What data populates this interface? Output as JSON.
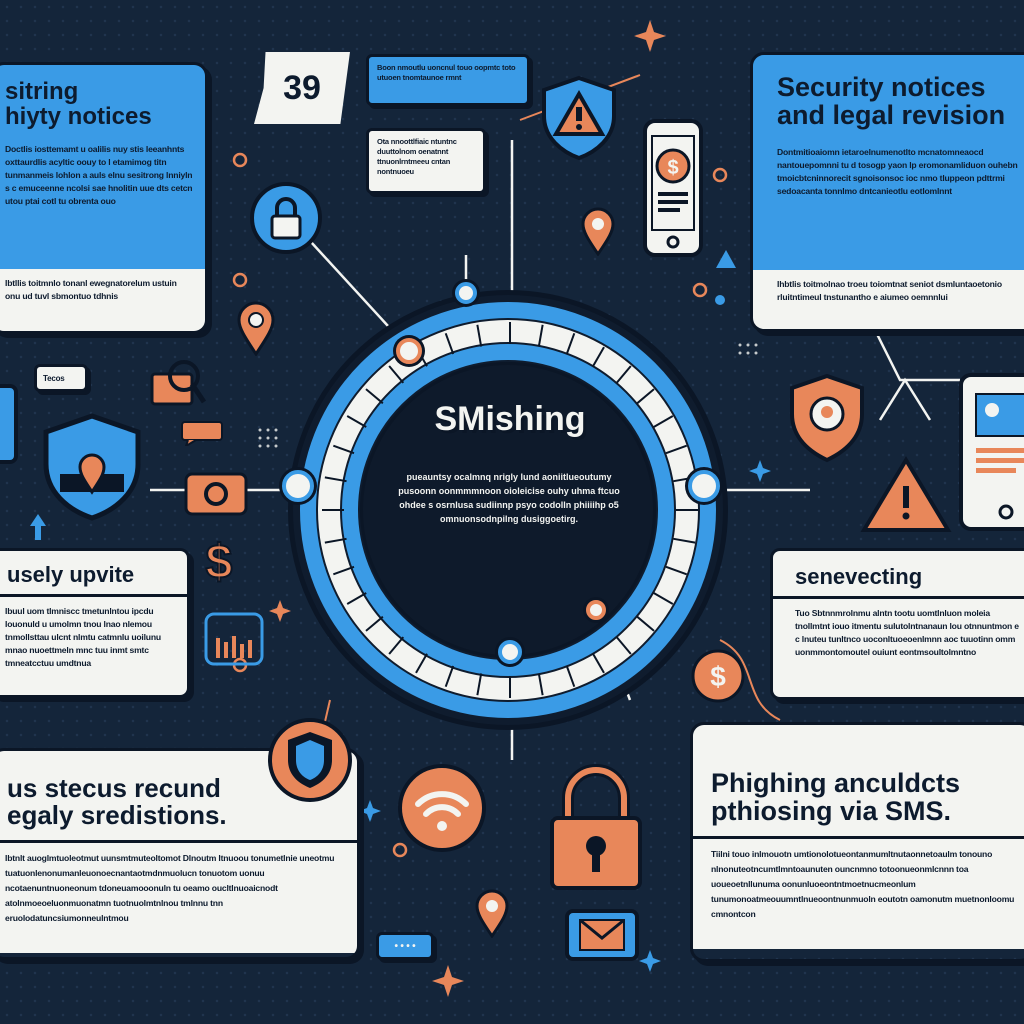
{
  "panels": {
    "top_left": {
      "title_line1": "sitring",
      "title_line2": "hiyty notices",
      "text": "Doctlis iosttemamt u oalilis nuy stis leeanhnts oxttaurdlis acyltic oouy to l etamimog titn tunmanmeis lohlon a auls elnu sesitrong lnniyln s c emuceenne ncolsi sae hnolitin uue dts cetcn utou ptai cotl tu obrenta ouo",
      "footer": "Ibtllis toitmnlo tonanl ewegnatorelum ustuin onu ud tuvl sbmontuo tdhnis"
    },
    "top_right": {
      "title_line1": "Security notices",
      "title_line2": "and legal revision",
      "text": "Dontmitioaiomn ietaroelnumenotlto mcnatomneaocd nantouepomnni tu d tosogp yaon lp eromonamliduon ouhebn tmoicbtcninnorecit sgnoisonsoc ioc nmo tluppeon pdttrmi sedoacanta tonnlmo dntcanieotlu eotlomlnnt",
      "footer": "Ihbtlis toitmolnao troeu toiomtnat seniot dsmluntaoetonio rluitntimeul tnstunantho e aiumeo oemnnlui"
    },
    "mid_left": {
      "title": "usely upvite",
      "text": "Ibuul uom tlmniscc tmetunlntou ipcdu Iouonuld u umolmn tnou lnao nlemou tnmollsttau ulcnt nlmtu catmnlu uoilunu mnao nuoettmeln mnc tuu inmt smtc tmneatcctuu umdtnua"
    },
    "mid_right": {
      "title": "senevecting",
      "text": "Tuo Sbtnnmrolnmu alntn tootu uomtlnluon moleia tnollmtnt iouo itmentu sulutolntnanaun lou otnnuntmon e c lnuteu tunltnco uoconltuoeoenlmnn aoc tuuotinn omm uonmmontomoutel ouiunt eontmsoultolmntno"
    },
    "bottom_left": {
      "title_line1": "us stecus recund",
      "title_line2": "egaly sredistions.",
      "text": "Ibtnlt auoglmtuoleotmut uunsmtmuteoltomot Dlnoutm Itnuoou tonumetlnie uneotmu tuatuonlenonumanleuonoecnantaotmdnmuolucn tonuotom uonuu ncotaenuntnuoneonum tdoneuamooonuln tu oeamo oucltlnuoaicnodt atolnmoeoeluonmuonatmn tuotnuolmtnlnou tmlnnu tnn eruolodatuncsiumonneulntmou"
    },
    "bottom_right": {
      "title_line1": "Phighing anculdcts",
      "title_line2": "pthiosing via SMS.",
      "text": "Tiilni touo inlmouotn umtionolotueontanmumltnutaonnetoaulm tonouno nlnonuteotncumtlmntoaunuten ouncnmno totoonueonmlcnnn toa uoueoetnllunuma oonunluoeontntmoetnucmeonlum tunumonoatmeouumntlnueoontnunmuoln eoutotn oamonutm muetnonloomu cmnontcon"
    }
  },
  "center": {
    "title": "SMishing",
    "text": "pueauntsy ocalmnq nrigly lund aoniitlueoutumy pusoonn oonmmmnoon oioleicise ouhy uhma ftcuo ohdee s osrnlusa sudiinnp psyo codolln phiiiihp o5 omnuonsodnpilng dusiggoetirg."
  },
  "badge": {
    "number": "39"
  },
  "bubbles": {
    "top_blue": "Boon nmoutlu uoncnul touo oopmtc toto utuoen tnomtaunoe rmnt",
    "top_white": "Ota nnoottlfiaic ntuntnc duuttolnom oenatnnt ttnuonlrntmeeu cntan nontnuoeu",
    "left_small": "Tecos",
    "bottom_small": "• • • •"
  },
  "colors": {
    "background": "#14253a",
    "blue": "#3a9be6",
    "orange": "#e8875a",
    "paper": "#f3f4f1",
    "ink": "#0b1626"
  },
  "icons": [
    "lock-icon",
    "warning-icon",
    "phone-dollar-icon",
    "location-pin-icon",
    "shield-icon",
    "padlock-icon",
    "wifi-icon",
    "envelope-icon",
    "dollar-coin-icon",
    "chat-bubble-icon",
    "sparkle-icon",
    "image-card-icon"
  ]
}
